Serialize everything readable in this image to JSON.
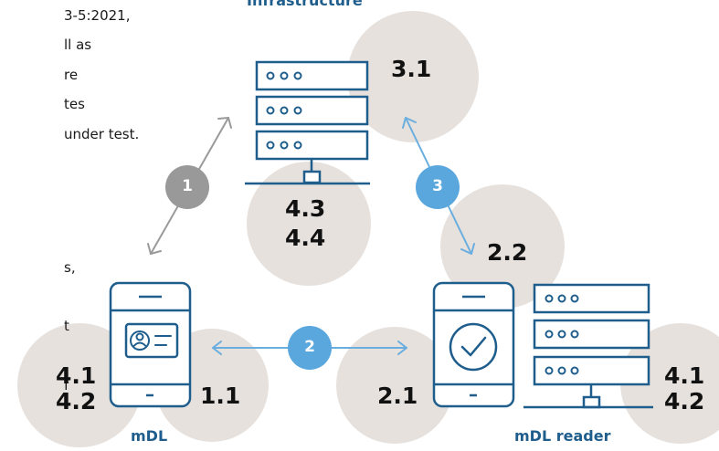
{
  "text_fragments": {
    "line1": "3-5:2021,",
    "line2": "ll as",
    "line3": "re",
    "line4": "tes",
    "line5": "under test.",
    "line6": "s,",
    "line7": "t",
    "line8": "f"
  },
  "labels": {
    "infrastructure": "Infrastructure",
    "mdl": "mDL",
    "mdl_reader": "mDL reader"
  },
  "sections": {
    "infra_top": "3.1",
    "infra_bottom_1": "4.3",
    "infra_bottom_2": "4.4",
    "reader_top": "2.2",
    "reader_left": "2.1",
    "reader_right_1": "4.1",
    "reader_right_2": "4.2",
    "mdl_left_1": "4.1",
    "mdl_left_2": "4.2",
    "mdl_right": "1.1"
  },
  "badges": {
    "b1": "1",
    "b2": "2",
    "b3": "3"
  },
  "colors": {
    "circle": "#e6e1dd",
    "icon": "#1f5e8c",
    "gray_badge": "#999999",
    "blue_badge": "#5aa7de",
    "gray_arrow": "#9a9a9a",
    "blue_arrow": "#6aaedf"
  }
}
